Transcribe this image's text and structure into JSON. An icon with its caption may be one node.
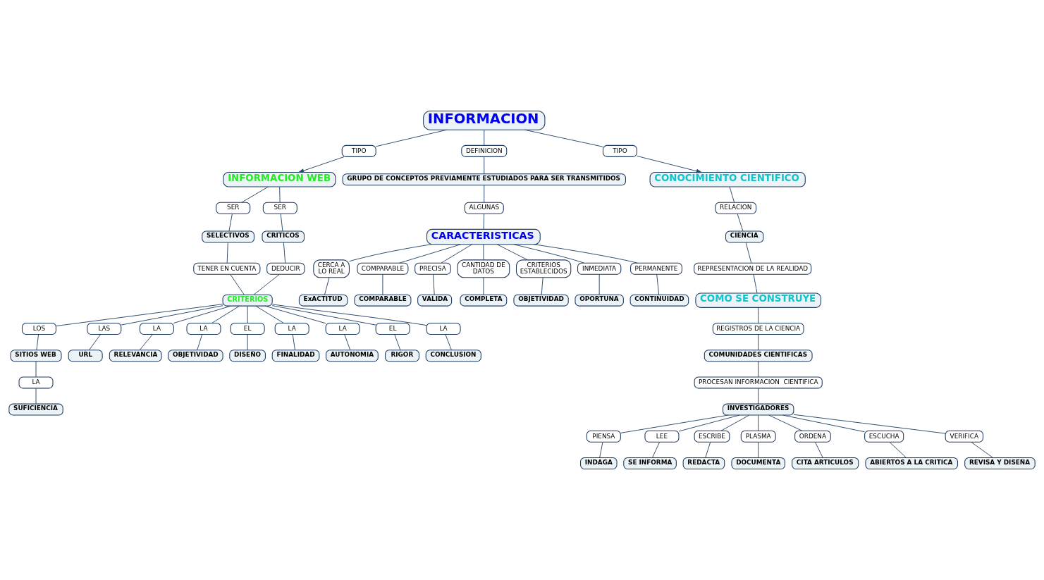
{
  "diagram": {
    "nodes": [
      {
        "text": [
          "INFORMACION"
        ]
      },
      {
        "text": [
          "TIPO"
        ]
      },
      {
        "text": [
          "DEFINICION"
        ]
      },
      {
        "text": [
          "TIPO"
        ]
      },
      {
        "text": [
          "INFORMACION WEB"
        ]
      },
      {
        "text": [
          "CONOCIMIENTO CIENTIFICO"
        ]
      },
      {
        "text": [
          "SER"
        ]
      },
      {
        "text": [
          "SER"
        ]
      },
      {
        "text": [
          "GRUPO DE CONCEPTOS PREVIAMENTE ESTUDIADOS PARA SER TRANSMITIDOS"
        ]
      },
      {
        "text": [
          "RELACION"
        ]
      },
      {
        "text": [
          "SELECTIVOS"
        ]
      },
      {
        "text": [
          "CRITICOS"
        ]
      },
      {
        "text": [
          "ALGUNAS"
        ]
      },
      {
        "text": [
          "CIENCIA"
        ]
      },
      {
        "text": [
          "TENER EN CUENTA"
        ]
      },
      {
        "text": [
          "DEDUCIR"
        ]
      },
      {
        "text": [
          "CARACTERISTICAS"
        ]
      },
      {
        "text": [
          "REPRESENTACION DE LA REALIDAD"
        ]
      },
      {
        "text": [
          "CRITERIOS"
        ]
      },
      {
        "text": [
          "COMO SE CONSTRUYE"
        ]
      },
      {
        "text": [
          "LOS"
        ]
      },
      {
        "text": [
          "CERCA A LO REAL"
        ]
      },
      {
        "text": [
          "COMPARABLE"
        ]
      },
      {
        "text": [
          "REGISTROS DE LA CIENCIA"
        ]
      },
      {
        "text": [
          "PRECISA"
        ]
      },
      {
        "text": [
          "CANTIDAD DE DATOS"
        ]
      },
      {
        "text": [
          "CRITERIOS ESTABLECIDOS"
        ]
      },
      {
        "text": [
          "INMEDIATA"
        ]
      },
      {
        "text": [
          "SITIOS WEB"
        ]
      },
      {
        "text": [
          "PERMANENTE"
        ]
      },
      {
        "text": [
          "COMUNIDADES CIENTIFICAS"
        ]
      },
      {
        "text": [
          "LA"
        ]
      },
      {
        "text": [
          "LAS"
        ]
      },
      {
        "text": [
          "ExACTITUD"
        ]
      },
      {
        "text": [
          "COMPARABLE"
        ]
      },
      {
        "text": [
          "PROCESAN INFORMACION  CIENTIFICA"
        ]
      },
      {
        "text": [
          "URL"
        ]
      },
      {
        "text": [
          "OBJETIVIDAD"
        ]
      },
      {
        "text": [
          "VALIDA"
        ]
      },
      {
        "text": [
          "CONTINUIDAD"
        ]
      },
      {
        "text": [
          "COMPLETA"
        ]
      },
      {
        "text": [
          "OPORTUNA"
        ]
      },
      {
        "text": [
          "LA"
        ]
      },
      {
        "text": [
          "INVESTIGADORES"
        ]
      },
      {
        "text": [
          "SUFICIENCIA"
        ]
      },
      {
        "text": [
          "LA"
        ]
      },
      {
        "text": [
          "RELEVANCIA"
        ]
      },
      {
        "text": [
          "PIENSA"
        ]
      },
      {
        "text": [
          "LEE"
        ]
      },
      {
        "text": [
          "ESCRIBE"
        ]
      },
      {
        "text": [
          "EL"
        ]
      },
      {
        "text": [
          "PLASMA"
        ]
      },
      {
        "text": [
          "DISEÑO"
        ]
      },
      {
        "text": [
          "INDAGA"
        ]
      },
      {
        "text": [
          "REDACTA"
        ]
      },
      {
        "text": [
          "SE INFORMA"
        ]
      },
      {
        "text": [
          "LA"
        ]
      },
      {
        "text": [
          "OBJETIVIDAD"
        ]
      },
      {
        "text": [
          "LA"
        ]
      },
      {
        "text": [
          "EL"
        ]
      },
      {
        "text": [
          "ORDENA"
        ]
      },
      {
        "text": [
          "LA"
        ]
      },
      {
        "text": [
          "DOCUMENTA"
        ]
      },
      {
        "text": [
          "ESCUCHA"
        ]
      },
      {
        "text": [
          "VERIFICA"
        ]
      },
      {
        "text": [
          "FINALIDAD"
        ]
      },
      {
        "text": [
          "RIGOR"
        ]
      },
      {
        "text": [
          "AUTONOMIA"
        ]
      },
      {
        "text": [
          "CONCLUSION"
        ]
      },
      {
        "text": [
          "CITA ARTICULOS"
        ]
      },
      {
        "text": [
          "ABIERTOS A LA CRITICA"
        ]
      },
      {
        "text": [
          "REVISA Y DISEÑA"
        ]
      }
    ],
    "edges": [
      {
        "from": 0,
        "to": 1,
        "arrow": "none"
      },
      {
        "from": 1,
        "to": 4,
        "arrow": "to"
      },
      {
        "from": 0,
        "to": 2,
        "arrow": "none"
      },
      {
        "from": 2,
        "to": 8,
        "arrow": "none"
      },
      {
        "from": 0,
        "to": 3,
        "arrow": "none"
      },
      {
        "from": 3,
        "to": 5,
        "arrow": "to"
      },
      {
        "from": 4,
        "to": 6,
        "arrow": "none"
      },
      {
        "from": 6,
        "to": 10,
        "arrow": "none"
      },
      {
        "from": 4,
        "to": 7,
        "arrow": "none"
      },
      {
        "from": 7,
        "to": 11,
        "arrow": "none"
      },
      {
        "from": 10,
        "to": 14,
        "arrow": "none"
      },
      {
        "from": 14,
        "to": 18,
        "arrow": "none"
      },
      {
        "from": 11,
        "to": 15,
        "arrow": "none"
      },
      {
        "from": 15,
        "to": 18,
        "arrow": "none"
      },
      {
        "from": 8,
        "to": 12,
        "arrow": "none"
      },
      {
        "from": 12,
        "to": 16,
        "arrow": "none"
      },
      {
        "from": 5,
        "to": 9,
        "arrow": "none"
      },
      {
        "from": 9,
        "to": 13,
        "arrow": "none"
      },
      {
        "from": 13,
        "to": 17,
        "arrow": "none"
      },
      {
        "from": 17,
        "to": 19,
        "arrow": "none"
      },
      {
        "from": 19,
        "to": 23,
        "arrow": "none"
      },
      {
        "from": 23,
        "to": 30,
        "arrow": "none"
      },
      {
        "from": 30,
        "to": 35,
        "arrow": "none"
      },
      {
        "from": 35,
        "to": 43,
        "arrow": "none"
      },
      {
        "from": 16,
        "to": 21,
        "arrow": "none"
      },
      {
        "from": 21,
        "to": 33,
        "arrow": "none"
      },
      {
        "from": 16,
        "to": 26,
        "arrow": "none"
      },
      {
        "from": 26,
        "to": 37,
        "arrow": "none"
      },
      {
        "from": 16,
        "to": 24,
        "arrow": "none"
      },
      {
        "from": 24,
        "to": 38,
        "arrow": "none"
      },
      {
        "from": 16,
        "to": 29,
        "arrow": "none"
      },
      {
        "from": 29,
        "to": 39,
        "arrow": "none"
      },
      {
        "from": 16,
        "to": 25,
        "arrow": "none"
      },
      {
        "from": 25,
        "to": 40,
        "arrow": "none"
      },
      {
        "from": 16,
        "to": 27,
        "arrow": "none"
      },
      {
        "from": 27,
        "to": 41,
        "arrow": "none"
      },
      {
        "from": 16,
        "to": 22,
        "arrow": "none"
      },
      {
        "from": 22,
        "to": 34,
        "arrow": "none"
      },
      {
        "from": 18,
        "to": 20,
        "arrow": "none"
      },
      {
        "from": 20,
        "to": 28,
        "arrow": "none"
      },
      {
        "from": 28,
        "to": 31,
        "arrow": "none"
      },
      {
        "from": 31,
        "to": 44,
        "arrow": "none"
      },
      {
        "from": 18,
        "to": 50,
        "arrow": "none"
      },
      {
        "from": 50,
        "to": 52,
        "arrow": "none"
      },
      {
        "from": 18,
        "to": 56,
        "arrow": "none"
      },
      {
        "from": 56,
        "to": 65,
        "arrow": "none"
      },
      {
        "from": 18,
        "to": 59,
        "arrow": "none"
      },
      {
        "from": 59,
        "to": 66,
        "arrow": "none"
      },
      {
        "from": 18,
        "to": 32,
        "arrow": "none"
      },
      {
        "from": 32,
        "to": 36,
        "arrow": "none"
      },
      {
        "from": 18,
        "to": 42,
        "arrow": "none"
      },
      {
        "from": 42,
        "to": 46,
        "arrow": "none"
      },
      {
        "from": 18,
        "to": 45,
        "arrow": "none"
      },
      {
        "from": 45,
        "to": 57,
        "arrow": "none"
      },
      {
        "from": 18,
        "to": 58,
        "arrow": "none"
      },
      {
        "from": 58,
        "to": 67,
        "arrow": "none"
      },
      {
        "from": 18,
        "to": 61,
        "arrow": "none"
      },
      {
        "from": 61,
        "to": 68,
        "arrow": "none"
      },
      {
        "from": 43,
        "to": 47,
        "arrow": "none"
      },
      {
        "from": 47,
        "to": 53,
        "arrow": "none"
      },
      {
        "from": 43,
        "to": 51,
        "arrow": "none"
      },
      {
        "from": 51,
        "to": 62,
        "arrow": "none"
      },
      {
        "from": 43,
        "to": 63,
        "arrow": "none"
      },
      {
        "from": 63,
        "to": 70,
        "arrow": "none"
      },
      {
        "from": 43,
        "to": 64,
        "arrow": "none"
      },
      {
        "from": 64,
        "to": 71,
        "arrow": "none"
      },
      {
        "from": 43,
        "to": 60,
        "arrow": "none"
      },
      {
        "from": 60,
        "to": 69,
        "arrow": "none"
      },
      {
        "from": 43,
        "to": 49,
        "arrow": "none"
      },
      {
        "from": 49,
        "to": 54,
        "arrow": "none"
      },
      {
        "from": 43,
        "to": 48,
        "arrow": "none"
      },
      {
        "from": 48,
        "to": 55,
        "arrow": "none"
      }
    ]
  }
}
